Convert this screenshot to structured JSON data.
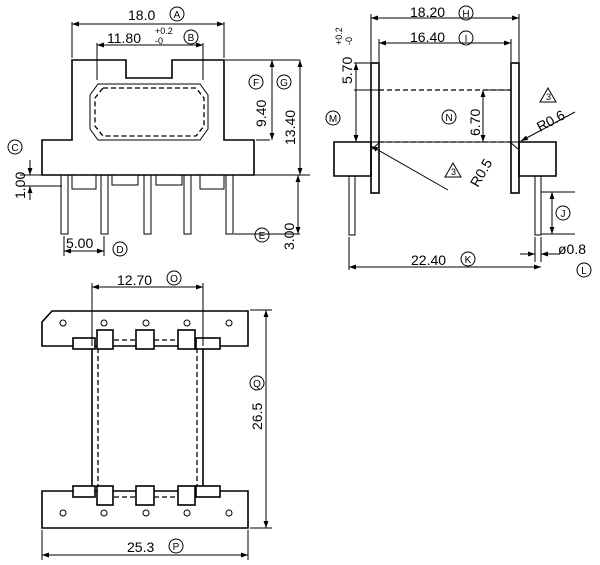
{
  "diagram": {
    "front_view": {
      "dim_overall_width": {
        "value": "18.0",
        "ref": "A"
      },
      "dim_inner_width": {
        "value": "11.80",
        "tol_upper": "+0.2",
        "tol_lower": "-0",
        "ref": "B"
      },
      "dim_base_thickness": {
        "value": "1.00",
        "ref": "C"
      },
      "dim_pin_pitch": {
        "value": "5.00",
        "ref": "D"
      },
      "dim_pin_length": {
        "value": "3.00",
        "ref": "E"
      },
      "dim_inner_height": {
        "value": "9.40",
        "ref": "F"
      },
      "dim_overall_height": {
        "value": "13.40",
        "ref": "G"
      }
    },
    "side_view": {
      "dim_overall_width": {
        "value": "18.20",
        "ref": "H"
      },
      "dim_flange_spacing": {
        "value": "16.40",
        "ref": "I"
      },
      "dim_top_height": {
        "value": "5.70",
        "tol_upper": "+0.2",
        "tol_lower": "-0",
        "ref": "M"
      },
      "dim_winding_height": {
        "value": "6.70",
        "ref": "N"
      },
      "dim_pin_span": {
        "value": "22.40",
        "ref": "K"
      },
      "dim_pin_diameter": {
        "value": "ø0.8",
        "ref": "L"
      },
      "dim_pin_tail": {
        "ref": "J"
      },
      "radius_top": "R0.6",
      "radius_bottom": "R0.5",
      "note_symbol": "3"
    },
    "bottom_view": {
      "dim_core_width": {
        "value": "12.70",
        "ref": "O"
      },
      "dim_length": {
        "value": "26.5",
        "ref": "Q"
      },
      "dim_base_width": {
        "value": "25.3",
        "ref": "P"
      }
    }
  }
}
